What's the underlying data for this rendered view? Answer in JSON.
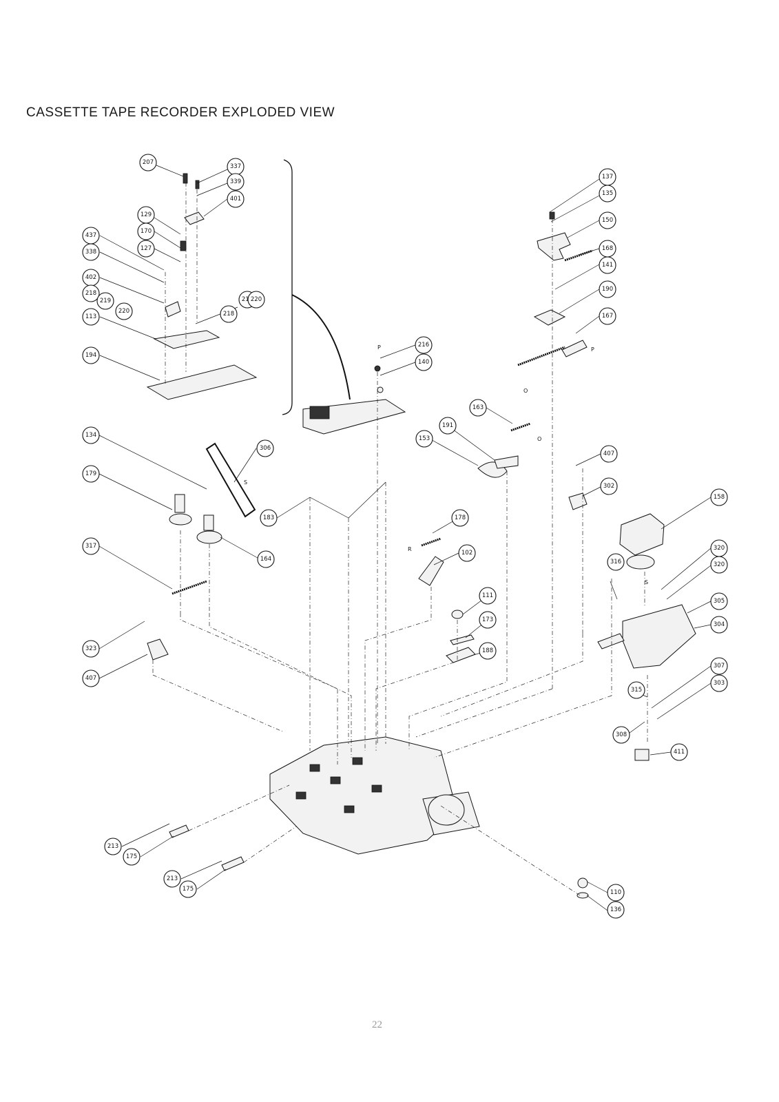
{
  "title": "CASSETTE TAPE RECORDER EXPLODED VIEW",
  "page_number": "22",
  "callouts": [
    "207",
    "337",
    "339",
    "401",
    "129",
    "170",
    "127",
    "437",
    "338",
    "402",
    "218",
    "219",
    "220",
    "113",
    "219",
    "218",
    "220",
    "194",
    "137",
    "135",
    "150",
    "168",
    "141",
    "190",
    "167",
    "216",
    "140",
    "163",
    "191",
    "153",
    "134",
    "306",
    "179",
    "183",
    "178",
    "164",
    "317",
    "407",
    "302",
    "158",
    "102",
    "320",
    "320",
    "316",
    "111",
    "173",
    "305",
    "304",
    "323",
    "188",
    "407",
    "307",
    "303",
    "315",
    "308",
    "411",
    "213",
    "175",
    "213",
    "175",
    "110",
    "136"
  ],
  "arrow_labels": [
    "P",
    "P",
    "O",
    "O",
    "S",
    "R",
    "S"
  ]
}
